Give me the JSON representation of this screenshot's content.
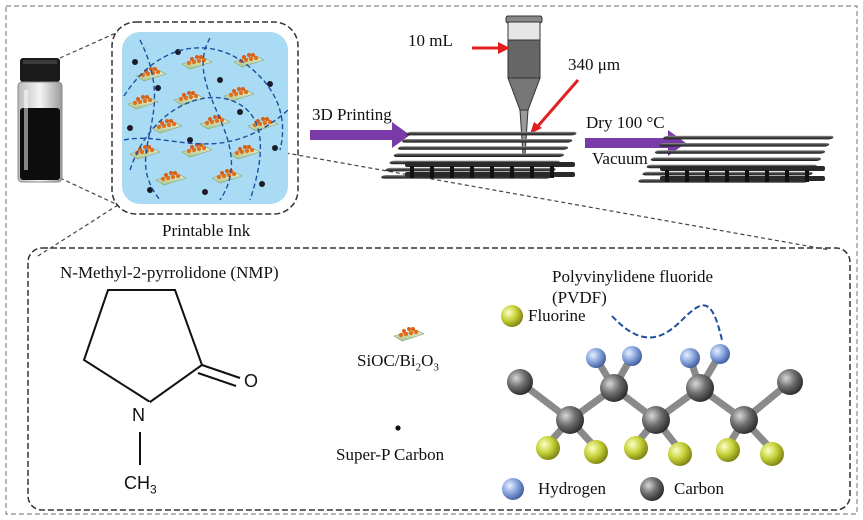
{
  "labels": {
    "ink_caption": "Printable Ink",
    "volume": "10 mL",
    "nozzle_size": "340 μm",
    "printing_step": "3D Printing",
    "dry_step": "Dry 100 °C",
    "vacuum_step": "Vacuum",
    "nmp_title": "N-Methyl-2-pyrrolidone (NMP)",
    "atom_N": "N",
    "atom_O": "O",
    "methyl_CH": "CH",
    "methyl_sub": "3",
    "composite_main": "SiOC/Bi",
    "composite_sub1": "2",
    "composite_mid": "O",
    "composite_sub2": "3",
    "carbon_additive": "Super-P Carbon",
    "pvdf_line1": "Polyvinylidene fluoride",
    "pvdf_line2": "(PVDF)",
    "legend_fluorine": "Fluorine",
    "legend_hydrogen": "Hydrogen",
    "legend_carbon": "Carbon"
  },
  "colors": {
    "ink_background": "#a9dcf4",
    "ink_chain": "#1f4fa0",
    "arrow_red": "#e02020",
    "arrow_purple": "#7a3aa8",
    "lattice_rod": "#4a4a4a",
    "fluorine_atom": "#c8d23a",
    "hydrogen_atom": "#8aa6de",
    "carbon_atom": "#6a6a6a"
  }
}
